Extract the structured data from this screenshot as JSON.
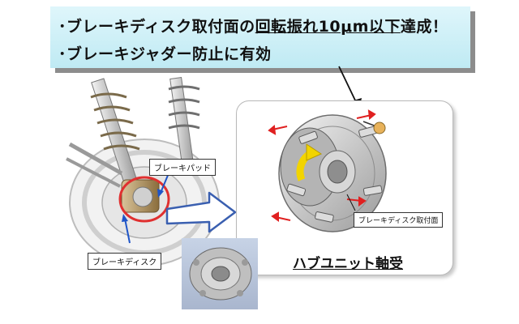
{
  "banner": {
    "line1_prefix": "･ブレーキディスク取付面の",
    "line1_highlight": "回転振れ10μm以下",
    "line1_suffix": "達成！",
    "line2": "･ブレーキジャダー防止に有効"
  },
  "callouts": {
    "brake_pad": "ブレーキパッド",
    "brake_disc": "ブレーキディスク",
    "mounting_face": "ブレーキディスク取付面"
  },
  "detail": {
    "title": "ハブユニット軸受"
  },
  "colors": {
    "banner_bg": "#bfeaf3",
    "arrow_red": "#e02020",
    "rotation_arrow": "#f2d400",
    "callout_circle": "#e03030",
    "flow_arrow": "#3a5fb0"
  }
}
